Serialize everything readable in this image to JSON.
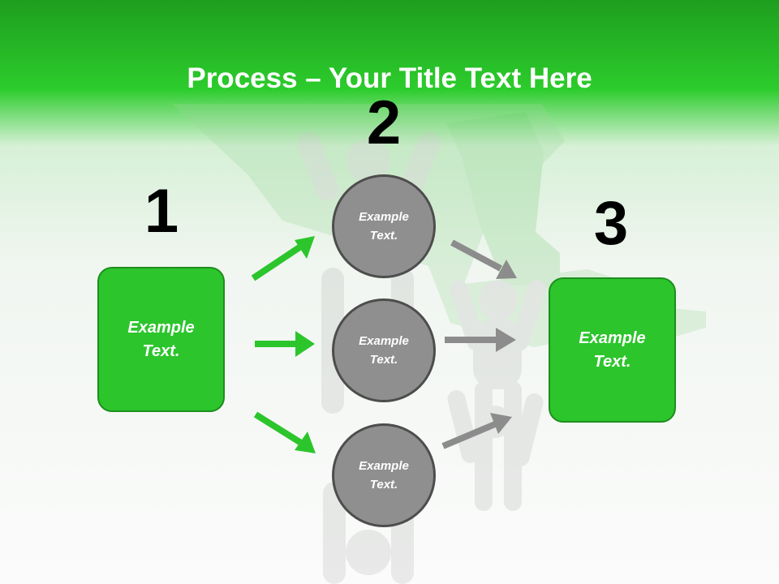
{
  "title": {
    "strong": "Process",
    "rest": " – Your Title Text Here"
  },
  "steps": {
    "one": "1",
    "two": "2",
    "three": "3"
  },
  "left_box": {
    "text": "Example\nText."
  },
  "circles": [
    {
      "text": "Example\nText."
    },
    {
      "text": "Example\nText."
    },
    {
      "text": "Example\nText."
    }
  ],
  "right_box": {
    "text": "Example\nText."
  },
  "colors": {
    "green_box": "#2cc52c",
    "green_border": "#1d8e1d",
    "gray_circle": "#8f8f8f",
    "gray_border": "#4d4d4d",
    "green_arrow": "#2cc52c",
    "gray_arrow": "#8c8c8c"
  }
}
